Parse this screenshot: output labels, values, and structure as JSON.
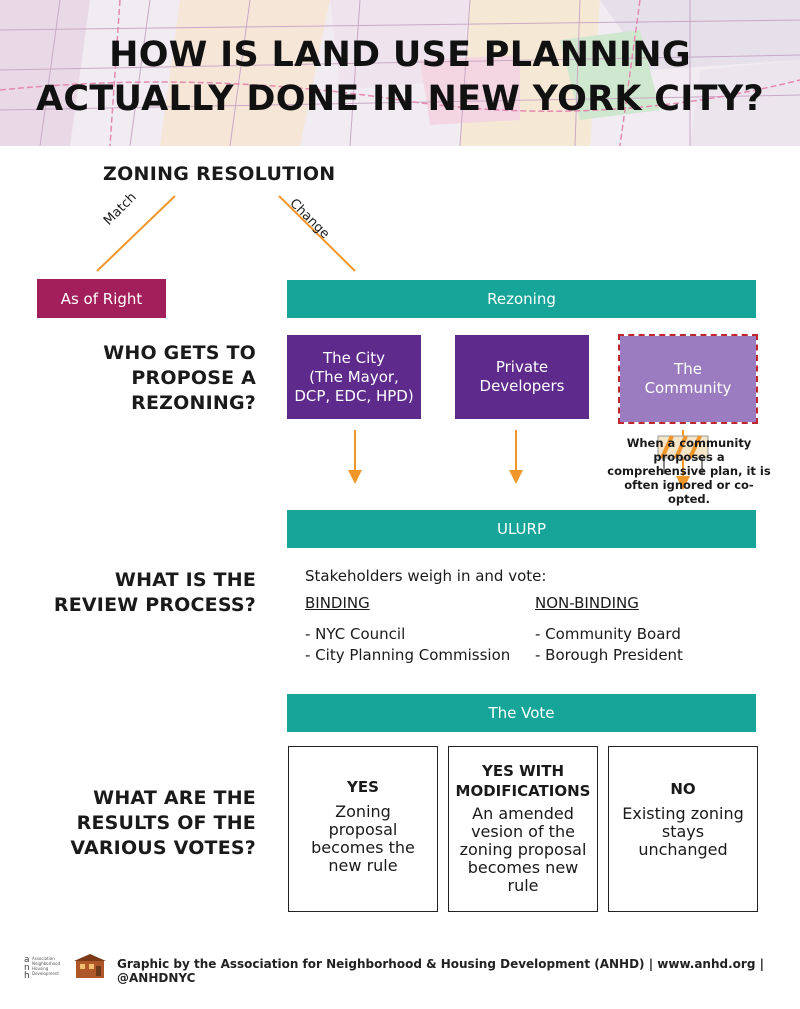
{
  "header": {
    "title_line1": "HOW IS LAND USE PLANNING",
    "title_line2": "ACTUALLY DONE IN NEW YORK CITY?"
  },
  "zoning": {
    "title": "ZONING RESOLUTION",
    "match_label": "Match",
    "change_label": "Change",
    "as_of_right": "As of Right",
    "rezoning": "Rezoning"
  },
  "questions": {
    "q1": "WHO GETS TO\nPROPOSE A\nREZONING?",
    "q2": "WHAT IS THE\nREVIEW PROCESS?",
    "q3": "WHAT ARE THE\nRESULTS OF THE\nVARIOUS VOTES?"
  },
  "proposers": {
    "city": "The City\n(The Mayor,\nDCP, EDC, HPD)",
    "developers": "Private\nDevelopers",
    "community": "The\nCommunity",
    "community_note": "When a community proposes a comprehensive plan, it is often ignored or co-opted."
  },
  "review": {
    "ulurp": "ULURP",
    "stakeholders": "Stakeholders weigh in and vote:",
    "binding_heading": "BINDING",
    "nonbinding_heading": "NON-BINDING",
    "binding_items": [
      "- NYC Council",
      "- City Planning Commission"
    ],
    "nonbinding_items": [
      "- Community Board",
      "- Borough President"
    ]
  },
  "vote": {
    "label": "The Vote",
    "results": [
      {
        "heading": "YES",
        "body": "Zoning\nproposal\nbecomes the\nnew rule"
      },
      {
        "heading": "YES WITH\nMODIFICATIONS",
        "body": "An amended\nvesion of the\nzoning proposal\nbecomes new\nrule"
      },
      {
        "heading": "NO",
        "body": "Existing zoning\nstays\nunchanged"
      }
    ]
  },
  "footer": {
    "credit": "Graphic by the Association for Neighborhood & Housing Development (ANHD) | www.anhd.org | @ANHDNYC",
    "logo_text": "Association for Neighborhood & Housing Development"
  },
  "colors": {
    "teal": "#16a598",
    "magenta": "#a31f5b",
    "purple": "#5e2a8c",
    "light_purple": "#9c7cc0",
    "orange": "#f0962a",
    "dashed_red": "#c0262d"
  }
}
